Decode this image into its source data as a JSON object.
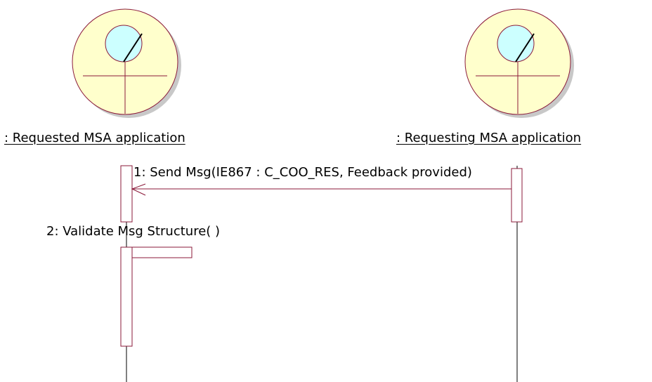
{
  "colors": {
    "outline": "#8b1a3a",
    "actor_fill": "#ffffcc",
    "actor_inner_fill": "#ccffff",
    "shadow": "#c8c8c8",
    "line": "#000000",
    "text": "#000000"
  },
  "objects": [
    {
      "id": "requested",
      "label": ": Requested MSA application",
      "icon": "boundary-actor-icon"
    },
    {
      "id": "requesting",
      "label": ": Requesting MSA application",
      "icon": "boundary-actor-icon"
    }
  ],
  "messages": [
    {
      "number": "1",
      "text": "1: Send Msg(IE867 : C_COO_RES, Feedback provided)",
      "from": "requesting",
      "to": "requested"
    },
    {
      "number": "2",
      "text": "2: Validate Msg Structure( )",
      "from": "requested",
      "to": "requested"
    }
  ]
}
